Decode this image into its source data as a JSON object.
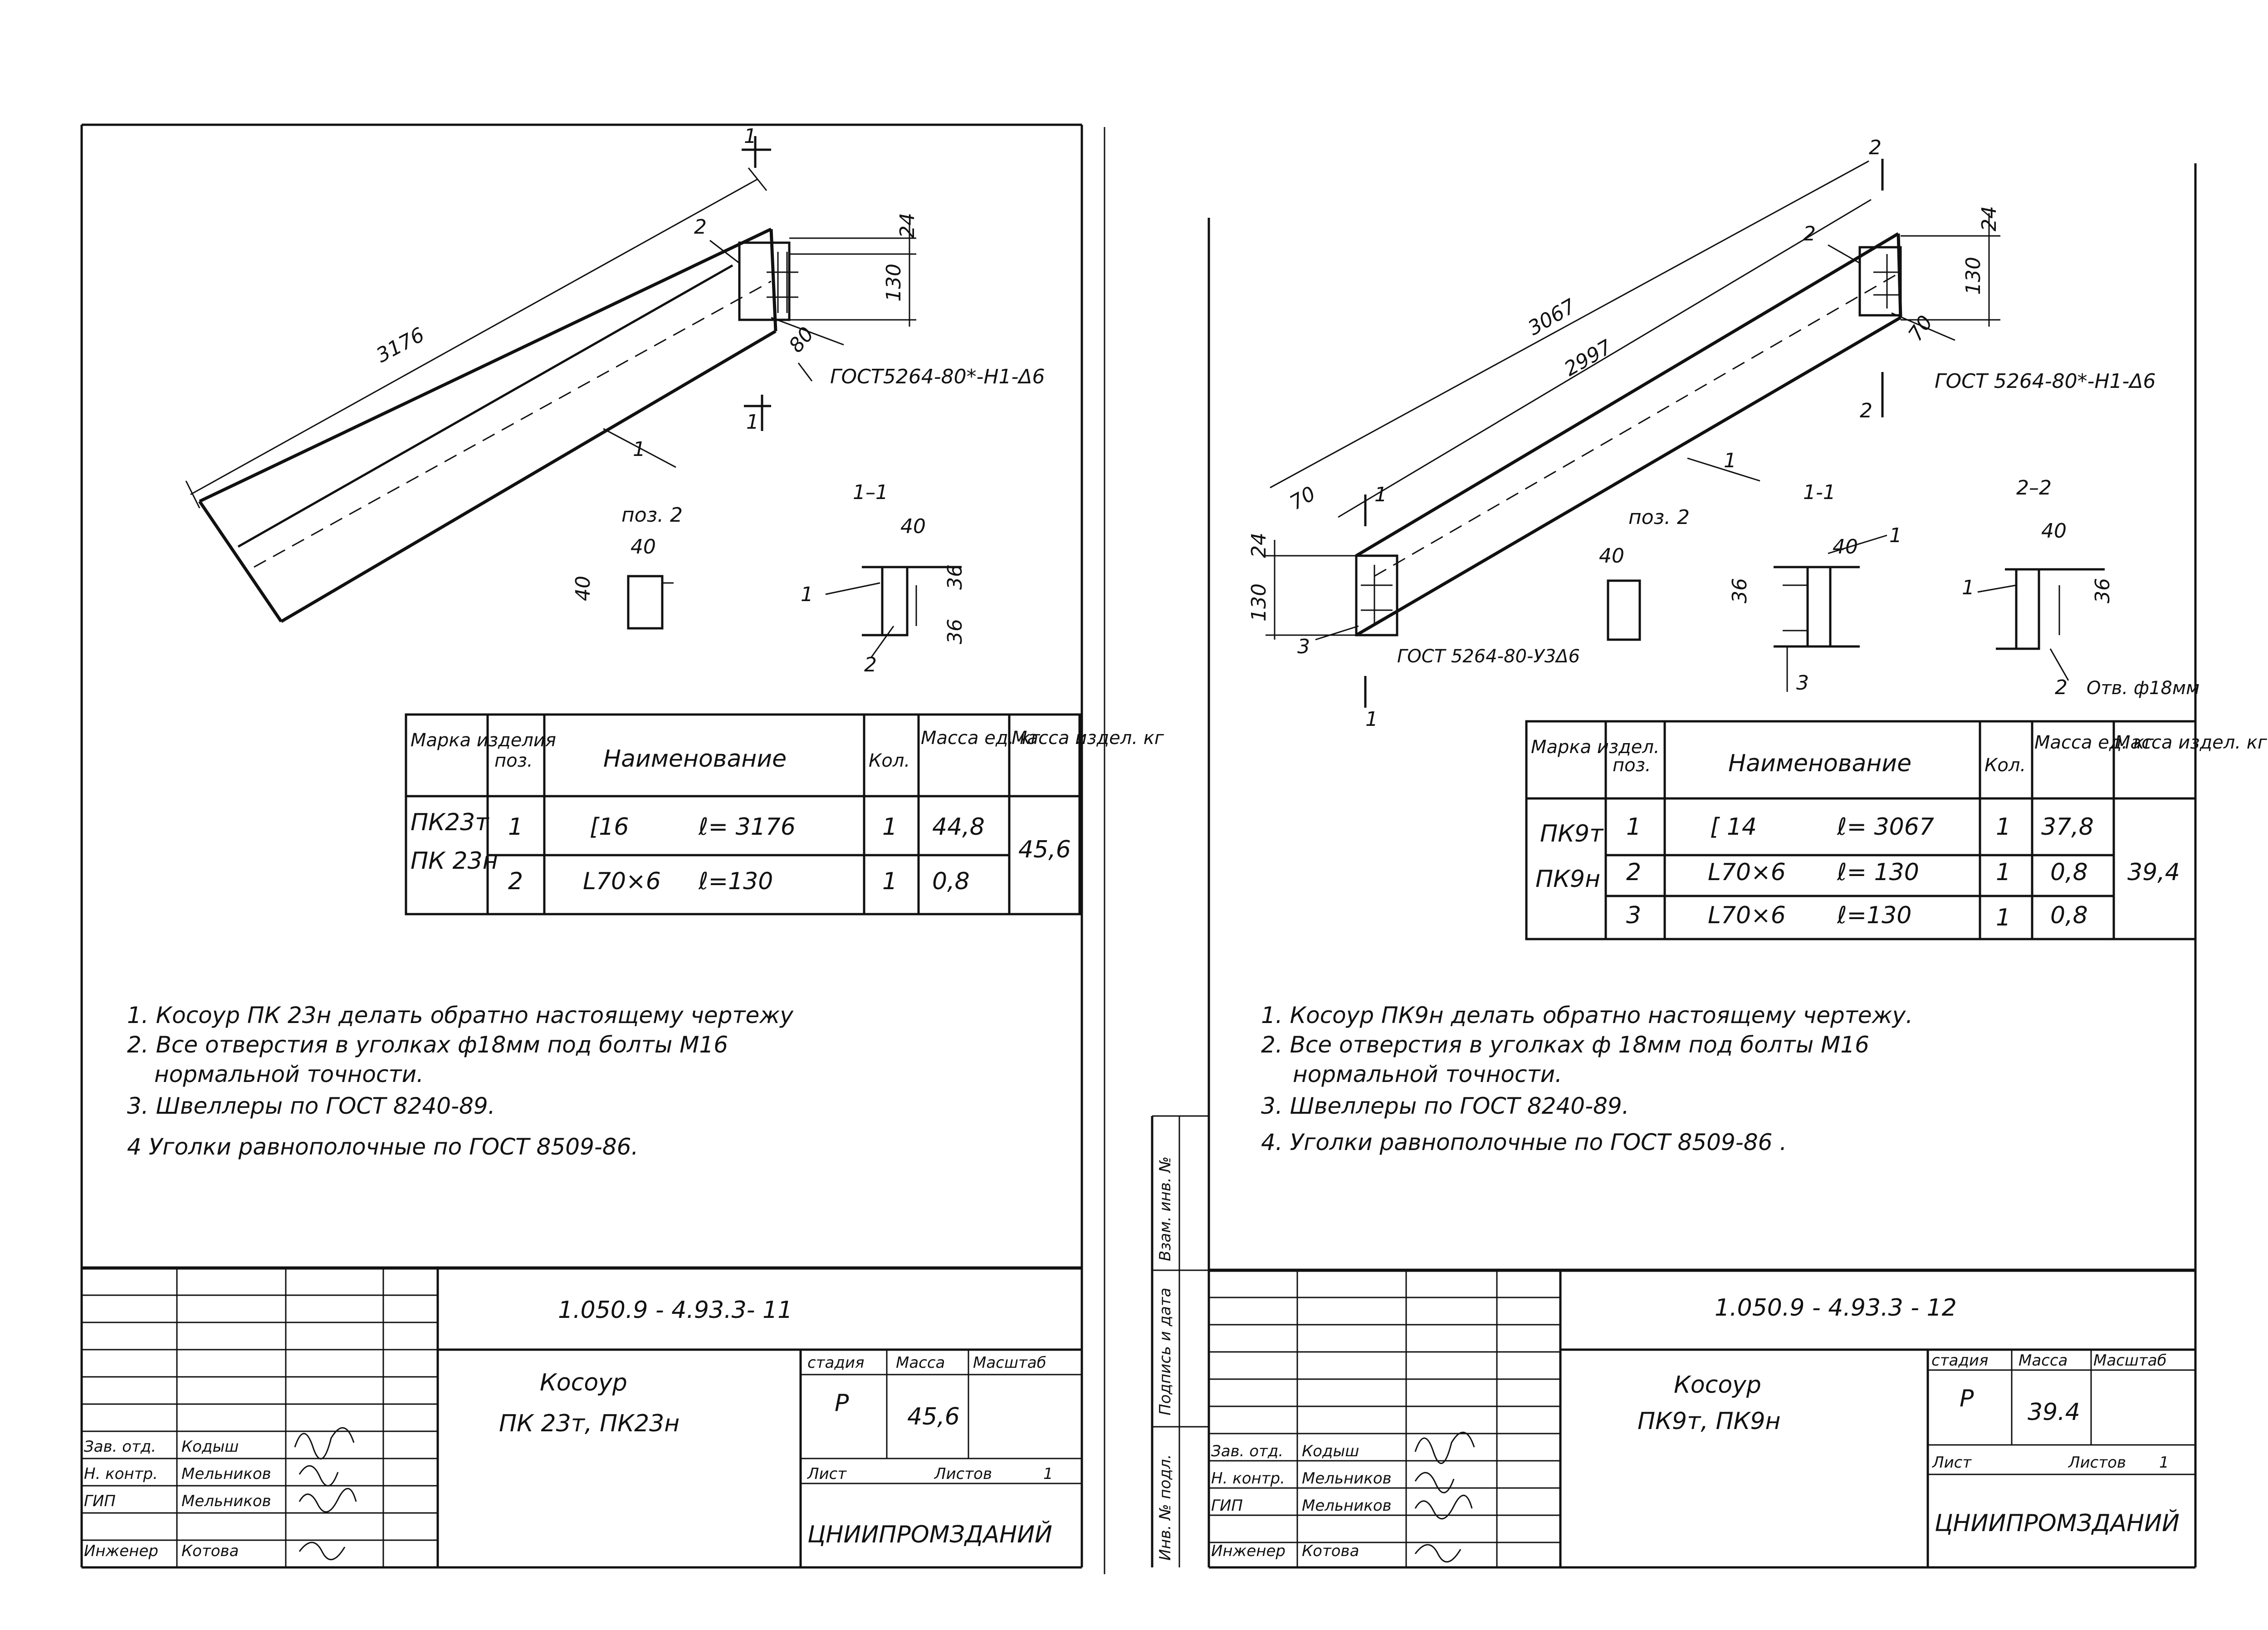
{
  "left_sheet": {
    "drawing": {
      "length": "3176",
      "pos_1": "1",
      "pos_2": "2",
      "dim_24": "24",
      "dim_130": "130",
      "dim_80": "80",
      "weld_note": "ГОСТ5264-80*-Н1-Δ6",
      "section_mark": "1",
      "section_title": "1–1",
      "pos2_title": "поз. 2",
      "dim_40": "40",
      "dim_36": "36",
      "detail_pos_1": "1",
      "detail_pos_2": "2"
    },
    "table": {
      "headers": [
        "Марка изделия",
        "поз.",
        "Наименование",
        "Кол.",
        "Масса ед. кг",
        "Масса издел. кг"
      ],
      "marks": [
        "ПК23т",
        "ПК 23н"
      ],
      "rows": [
        {
          "pos": "1",
          "profile": "[16",
          "length": "ℓ= 3176",
          "qty": "1",
          "mass": "44,8"
        },
        {
          "pos": "2",
          "profile": "L70×6",
          "length": "ℓ=130",
          "qty": "1",
          "mass": "0,8"
        }
      ],
      "total_mass": "45,6"
    },
    "notes": [
      "1. Косоур ПК 23н делать обратно настоящему чертежу",
      "2. Все отверстия в уголках ф18мм под болты М16",
      "нормальной точности.",
      "3. Швеллеры по ГОСТ 8240-89.",
      "4 Уголки равнополочные по ГОСТ 8509-86."
    ],
    "stamp": {
      "code": "1.050.9 - 4.93.3- 11",
      "title_line1": "Косоур",
      "title_line2": "ПК 23т, ПК23н",
      "stage_label": "стадия",
      "mass_label": "Масса",
      "scale_label": "Масштаб",
      "stage": "Р",
      "mass": "45,6",
      "sheet_label": "Лист",
      "sheets_label": "Листов",
      "sheets": "1",
      "org": "ЦНИИПРОМЗДАНИЙ",
      "roles": [
        "Зав. отд.",
        "Н. контр.",
        "ГИП",
        "Инженер"
      ],
      "names": [
        "Кодыш",
        "Мельников",
        "Мельников",
        "Котова"
      ]
    }
  },
  "right_sheet": {
    "drawing": {
      "length_outer": "3067",
      "length_inner": "2997",
      "pos_1": "1",
      "pos_2": "2",
      "pos_3": "3",
      "dim_24": "24",
      "dim_130": "130",
      "dim_70": "70",
      "weld_note": "ГОСТ 5264-80*-Н1-Δ6",
      "weld_note_2": "ГОСТ 5264-80-У3Δ6",
      "section_1_mark": "1",
      "section_2_mark": "2",
      "section_1_title": "1-1",
      "section_2_title": "2–2",
      "pos2_title": "поз. 2",
      "dim_40": "40",
      "dim_36": "36",
      "hole_note": "Отв. ф18мм"
    },
    "table": {
      "headers": [
        "Марка издел.",
        "поз.",
        "Наименование",
        "Кол.",
        "Масса ед. кг",
        "Масса издел. кг"
      ],
      "marks": [
        "ПК9т",
        "ПК9н"
      ],
      "rows": [
        {
          "pos": "1",
          "profile": "[ 14",
          "length": "ℓ= 3067",
          "qty": "1",
          "mass": "37,8"
        },
        {
          "pos": "2",
          "profile": "L70×6",
          "length": "ℓ= 130",
          "qty": "1",
          "mass": "0,8"
        },
        {
          "pos": "3",
          "profile": "L70×6",
          "length": "ℓ=130",
          "qty": "1",
          "mass": "0,8"
        }
      ],
      "total_mass": "39,4"
    },
    "notes": [
      "1. Косоур ПК9н делать обратно настоящему чертежу.",
      "2. Все отверстия в уголках ф 18мм под болты М16",
      "нормальной точности.",
      "3. Швеллеры по ГОСТ 8240-89.",
      "4. Уголки равнополочные по ГОСТ 8509-86 ."
    ],
    "stamp": {
      "code": "1.050.9 - 4.93.3 - 12",
      "title_line1": "Косоур",
      "title_line2": "ПК9т, ПК9н",
      "stage_label": "стадия",
      "mass_label": "Масса",
      "scale_label": "Масштаб",
      "stage": "Р",
      "mass": "39.4",
      "sheet_label": "Лист",
      "sheets_label": "Листов",
      "sheets": "1",
      "org": "ЦНИИПРОМЗДАНИЙ",
      "roles": [
        "Зав. отд.",
        "Н. контр.",
        "ГИП",
        "Инженер"
      ],
      "names": [
        "Кодыш",
        "Мельников",
        "Мельников",
        "Котова"
      ]
    },
    "side_strip": [
      "Взам. инв. №",
      "Подпись и дата",
      "Инв. № подл."
    ]
  }
}
